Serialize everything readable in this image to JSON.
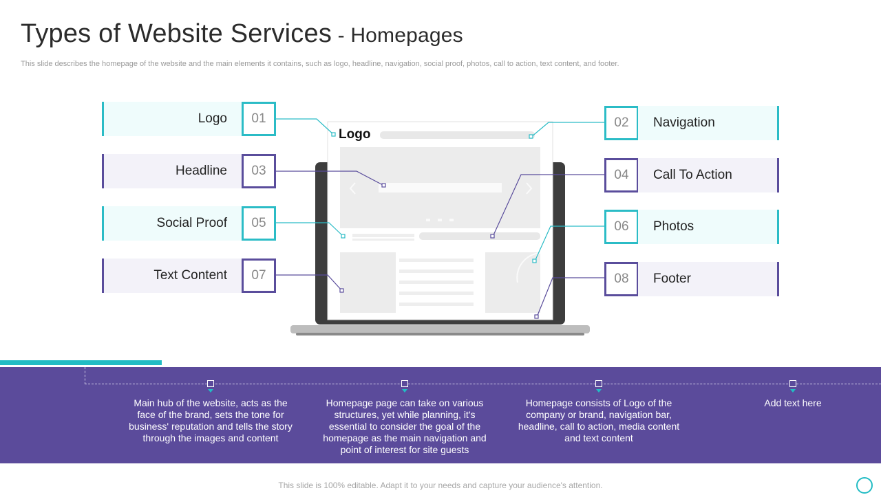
{
  "slide": {
    "title_main": "Types of Website Services",
    "title_separator": " - ",
    "title_sub": "Homepages",
    "subtitle": "This slide describes the homepage of the website and the main elements it contains, such as logo, headline, navigation, social proof, photos, call to action, text content, and footer."
  },
  "left_items": [
    {
      "label": "Logo",
      "number": "01"
    },
    {
      "label": "Headline",
      "number": "03"
    },
    {
      "label": "Social Proof",
      "number": "05"
    },
    {
      "label": "Text Content",
      "number": "07"
    }
  ],
  "right_items": [
    {
      "label": "Navigation",
      "number": "02"
    },
    {
      "label": "Call To Action",
      "number": "04"
    },
    {
      "label": "Photos",
      "number": "06"
    },
    {
      "label": "Footer",
      "number": "08"
    }
  ],
  "laptop": {
    "logo_text": "Logo"
  },
  "bottom_columns": [
    {
      "text": "Main hub of the website,  acts as the face of the brand, sets the tone for business' reputation and tells the story through the images and content"
    },
    {
      "text": "Homepage page can take on various structures, yet while planning, it's essential to consider the goal of the homepage as the main navigation and point of interest for site guests"
    },
    {
      "text": "Homepage consists of Logo of the company or brand, navigation bar, headline, call to action, media content and text content"
    },
    {
      "text": "Add text here"
    }
  ],
  "footer_note": "This slide is 100% editable. Adapt it to your needs and capture your audience's attention.",
  "colors": {
    "teal": "#2bbcc6",
    "purple": "#5a4d9c",
    "band": "#5b4b9b"
  }
}
